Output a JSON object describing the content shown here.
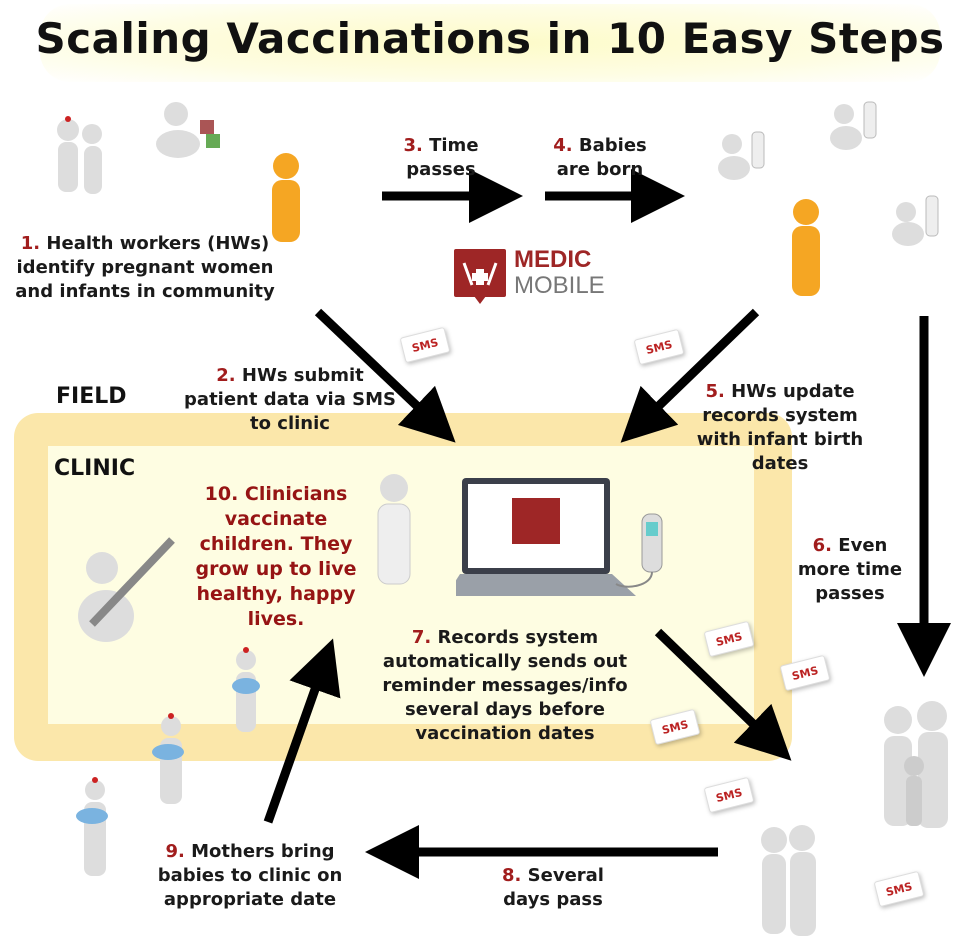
{
  "title": "Scaling Vaccinations in 10 Easy Steps",
  "zones": {
    "field": "FIELD",
    "clinic": "CLINIC"
  },
  "logo": {
    "line1": "MEDIC",
    "line2": "MOBILE",
    "color": "#9e2626"
  },
  "colors": {
    "field_bg": "#fbe7aa",
    "clinic_bg": "#fefde2",
    "step_number": "#a11d1d",
    "step10_text": "#961414",
    "figure_orange": "#f5a623"
  },
  "sms_label": "SMS",
  "steps": [
    {
      "num": "1.",
      "text": "Health workers (HWs) identify pregnant women and infants in community"
    },
    {
      "num": "2.",
      "text": "HWs submit patient data via SMS to clinic"
    },
    {
      "num": "3.",
      "text": "Time passes"
    },
    {
      "num": "4.",
      "text": "Babies are born"
    },
    {
      "num": "5.",
      "text": "HWs update records system with infant birth dates"
    },
    {
      "num": "6.",
      "text": "Even more time passes"
    },
    {
      "num": "7.",
      "text": "Records system automatically sends out reminder messages/info several days before vaccination dates"
    },
    {
      "num": "8.",
      "text": "Several days pass"
    },
    {
      "num": "9.",
      "text": "Mothers bring babies to clinic on appropriate date"
    },
    {
      "num": "10.",
      "text": "Clinicians vaccinate children. They grow up to live healthy, happy lives."
    }
  ]
}
